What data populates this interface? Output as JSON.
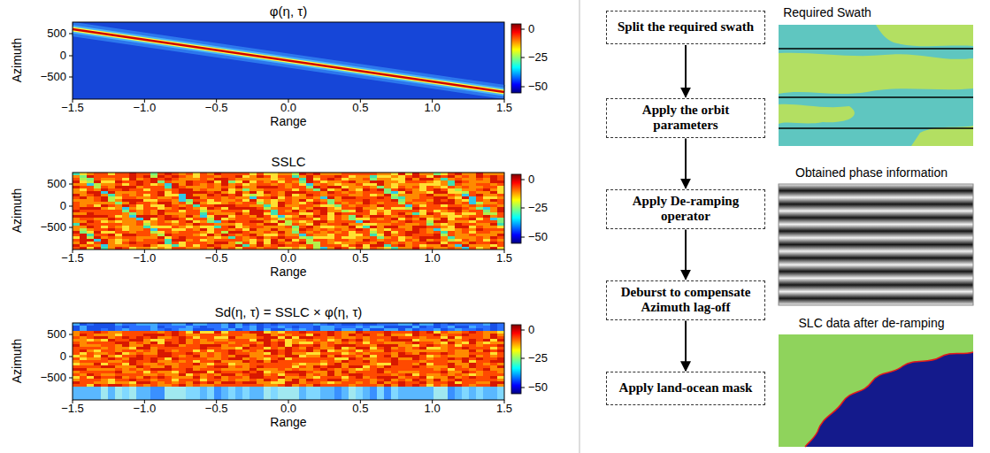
{
  "diagram": {
    "nodes": [
      {
        "text": [
          "Split the required swath"
        ]
      },
      {
        "text": [
          "Apply the orbit parameters"
        ]
      },
      {
        "text": [
          "Apply De-ramping operator"
        ]
      },
      {
        "text": [
          "Deburst to compensate Azimuth lag-off"
        ]
      },
      {
        "text": [
          "Apply land-ocean mask"
        ]
      }
    ],
    "edges": [
      {
        "from": 0,
        "to": 1,
        "arrow": "to"
      },
      {
        "from": 1,
        "to": 2,
        "arrow": "to"
      },
      {
        "from": 2,
        "to": 3,
        "arrow": "to"
      },
      {
        "from": 3,
        "to": 4,
        "arrow": "to"
      }
    ],
    "labels": [
      "φ(η, τ)",
      "Azimuth",
      "Range",
      "−1.5",
      "−1.0",
      "−0.5",
      "0.0",
      "0.5",
      "1.0",
      "1.5",
      "500",
      "0",
      "−500",
      "0",
      "−25",
      "−50",
      "SSLC",
      "Azimuth",
      "Range",
      "−1.5",
      "−1.0",
      "−0.5",
      "0.0",
      "0.5",
      "1.0",
      "1.5",
      "500",
      "0",
      "−500",
      "0",
      "−25",
      "−50",
      "Sd(η, τ) = SSLC × φ(η, τ)",
      "Azimuth",
      "Range",
      "−1.5",
      "−1.0",
      "−0.5",
      "0.0",
      "0.5",
      "1.0",
      "1.5",
      "500",
      "0",
      "−500",
      "0",
      "−25",
      "−50",
      "Required Swath",
      "Obtained phase information",
      "SLC data after de-ramping"
    ]
  }
}
